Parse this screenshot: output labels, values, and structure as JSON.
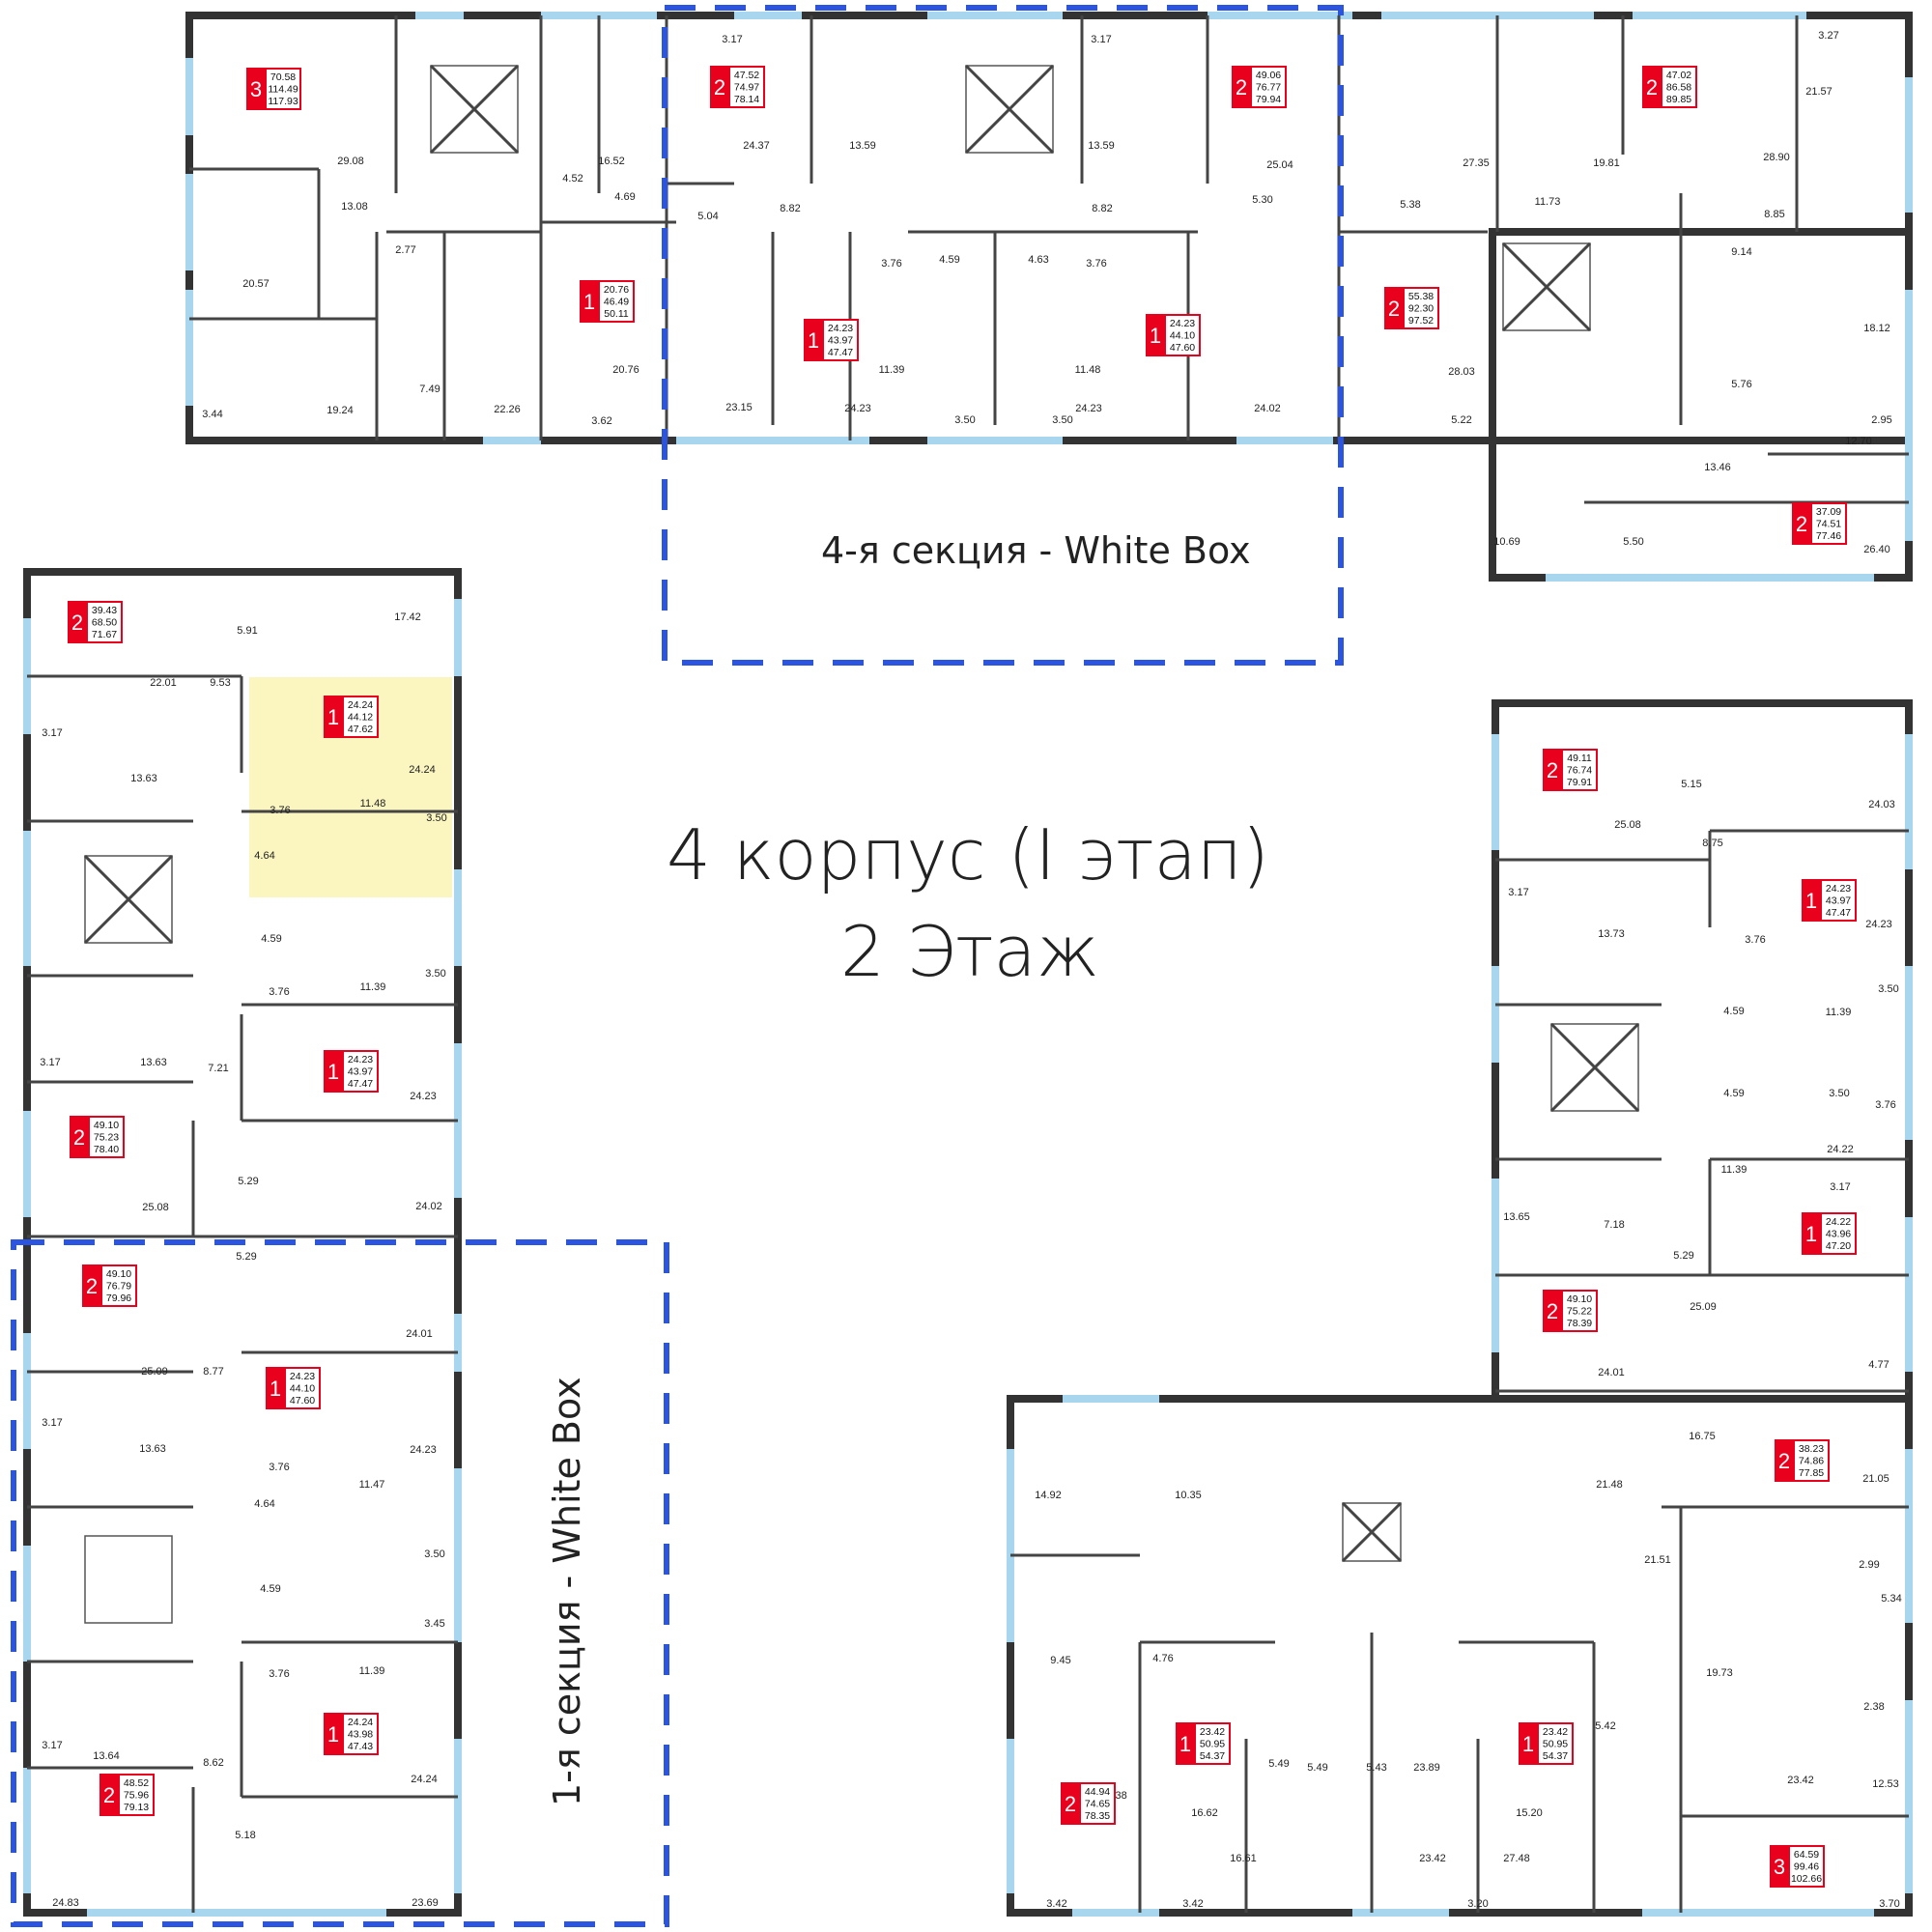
{
  "title": {
    "line1": "4  корпус (I  этап)",
    "line2": "2  Этаж"
  },
  "sections": [
    {
      "label": "4-я секция - White Box"
    },
    {
      "label": "1-я секция - White Box"
    }
  ],
  "apartments": [
    {
      "rooms": "3",
      "v1": "70.58",
      "v2": "114.49",
      "v3": "117.93"
    },
    {
      "rooms": "2",
      "v1": "47.52",
      "v2": "74.97",
      "v3": "78.14"
    },
    {
      "rooms": "2",
      "v1": "49.06",
      "v2": "76.77",
      "v3": "79.94"
    },
    {
      "rooms": "2",
      "v1": "47.02",
      "v2": "86.58",
      "v3": "89.85"
    },
    {
      "rooms": "1",
      "v1": "20.76",
      "v2": "46.49",
      "v3": "50.11"
    },
    {
      "rooms": "1",
      "v1": "24.23",
      "v2": "43.97",
      "v3": "47.47"
    },
    {
      "rooms": "1",
      "v1": "24.23",
      "v2": "44.10",
      "v3": "47.60"
    },
    {
      "rooms": "2",
      "v1": "55.38",
      "v2": "92.30",
      "v3": "97.52"
    },
    {
      "rooms": "2",
      "v1": "37.09",
      "v2": "74.51",
      "v3": "77.46"
    },
    {
      "rooms": "2",
      "v1": "39.43",
      "v2": "68.50",
      "v3": "71.67"
    },
    {
      "rooms": "1",
      "v1": "24.24",
      "v2": "44.12",
      "v3": "47.62"
    },
    {
      "rooms": "1",
      "v1": "24.23",
      "v2": "43.97",
      "v3": "47.47"
    },
    {
      "rooms": "2",
      "v1": "49.10",
      "v2": "75.23",
      "v3": "78.40"
    },
    {
      "rooms": "2",
      "v1": "49.10",
      "v2": "76.79",
      "v3": "79.96"
    },
    {
      "rooms": "1",
      "v1": "24.23",
      "v2": "44.10",
      "v3": "47.60"
    },
    {
      "rooms": "1",
      "v1": "24.24",
      "v2": "43.98",
      "v3": "47.43"
    },
    {
      "rooms": "2",
      "v1": "48.52",
      "v2": "75.96",
      "v3": "79.13"
    },
    {
      "rooms": "2",
      "v1": "49.11",
      "v2": "76.74",
      "v3": "79.91"
    },
    {
      "rooms": "1",
      "v1": "24.23",
      "v2": "43.97",
      "v3": "47.47"
    },
    {
      "rooms": "1",
      "v1": "24.22",
      "v2": "43.96",
      "v3": "47.20"
    },
    {
      "rooms": "2",
      "v1": "49.10",
      "v2": "75.22",
      "v3": "78.39"
    },
    {
      "rooms": "2",
      "v1": "38.23",
      "v2": "74.86",
      "v3": "77.85"
    },
    {
      "rooms": "1",
      "v1": "23.42",
      "v2": "50.95",
      "v3": "54.37"
    },
    {
      "rooms": "1",
      "v1": "23.42",
      "v2": "50.95",
      "v3": "54.37"
    },
    {
      "rooms": "2",
      "v1": "44.94",
      "v2": "74.65",
      "v3": "78.35"
    },
    {
      "rooms": "3",
      "v1": "64.59",
      "v2": "99.46",
      "v3": "102.66"
    }
  ],
  "room_areas": [
    "29.08",
    "13.08",
    "20.57",
    "3.44",
    "19.24",
    "7.49",
    "2.77",
    "16.52",
    "4.52",
    "4.69",
    "22.26",
    "3.62",
    "20.76",
    "3.17",
    "24.37",
    "13.59",
    "5.04",
    "8.82",
    "23.15",
    "3.76",
    "4.59",
    "4.63",
    "11.39",
    "24.23",
    "3.50",
    "3.17",
    "13.59",
    "25.04",
    "5.30",
    "8.82",
    "3.76",
    "11.48",
    "24.23",
    "3.50",
    "24.02",
    "5.38",
    "28.03",
    "5.22",
    "27.35",
    "19.81",
    "11.73",
    "3.27",
    "21.57",
    "28.90",
    "8.85",
    "9.14",
    "5.76",
    "18.12",
    "2.95",
    "12.70",
    "13.46",
    "10.69",
    "5.50",
    "26.40",
    "5.91",
    "17.42",
    "22.01",
    "9.53",
    "3.17",
    "13.63",
    "24.24",
    "3.76",
    "11.48",
    "3.50",
    "4.64",
    "4.59",
    "3.76",
    "11.39",
    "3.50",
    "3.17",
    "13.63",
    "7.21",
    "24.23",
    "5.29",
    "25.08",
    "24.02",
    "5.29",
    "24.01",
    "25.09",
    "8.77",
    "3.17",
    "13.63",
    "24.23",
    "3.76",
    "11.47",
    "4.64",
    "3.50",
    "4.59",
    "3.45",
    "3.76",
    "11.39",
    "3.17",
    "13.64",
    "8.62",
    "24.24",
    "5.18",
    "24.83",
    "23.69",
    "5.15",
    "24.03",
    "25.08",
    "8.75",
    "3.17",
    "13.73",
    "24.23",
    "3.76",
    "4.59",
    "11.39",
    "3.50",
    "4.59",
    "3.50",
    "3.76",
    "11.39",
    "24.22",
    "3.17",
    "13.65",
    "7.18",
    "5.29",
    "25.09",
    "24.01",
    "4.77",
    "16.75",
    "21.48",
    "21.05",
    "14.92",
    "10.35",
    "21.51",
    "2.99",
    "5.34",
    "9.45",
    "4.76",
    "19.73",
    "2.38",
    "5.42",
    "5.49",
    "5.49",
    "5.43",
    "23.89",
    "17.38",
    "12.53",
    "23.42",
    "16.62",
    "16.61",
    "23.42",
    "15.20",
    "27.48",
    "3.70",
    "3.42",
    "3.42",
    "3.20"
  ]
}
